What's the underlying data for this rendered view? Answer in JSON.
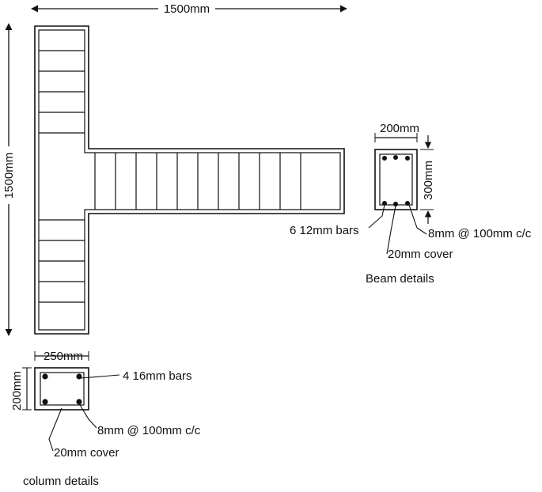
{
  "dimensions": {
    "top_width": "1500mm",
    "left_height": "1500mm",
    "beam_width": "200mm",
    "beam_height": "300mm",
    "column_width": "250mm",
    "column_height": "200mm"
  },
  "beam": {
    "bars_label": "6 12mm bars",
    "stirrup_label": "8mm @ 100mm c/c",
    "cover_label": "20mm cover",
    "title": "Beam details"
  },
  "column": {
    "bars_label": "4 16mm bars",
    "stirrup_label": "8mm @ 100mm c/c",
    "cover_label": "20mm cover",
    "title": "column details"
  },
  "colors": {
    "line": "#111111",
    "background": "#ffffff"
  }
}
